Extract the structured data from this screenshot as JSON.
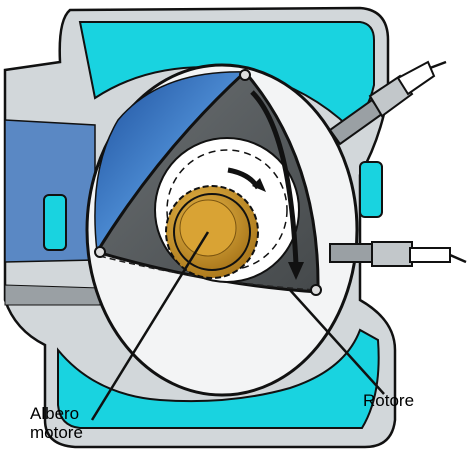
{
  "labels": {
    "albero_line1": "Albero",
    "albero_line2": "motore",
    "rotore": "Rotore"
  },
  "colors": {
    "coolant": "#19d3e0",
    "housing": "#d2d7da",
    "housing_dark": "#8d9498",
    "rotor": "#565a5c",
    "gear_gold": "#c4901e",
    "chamber_blue": "#2f78c8",
    "outline": "#111111"
  }
}
